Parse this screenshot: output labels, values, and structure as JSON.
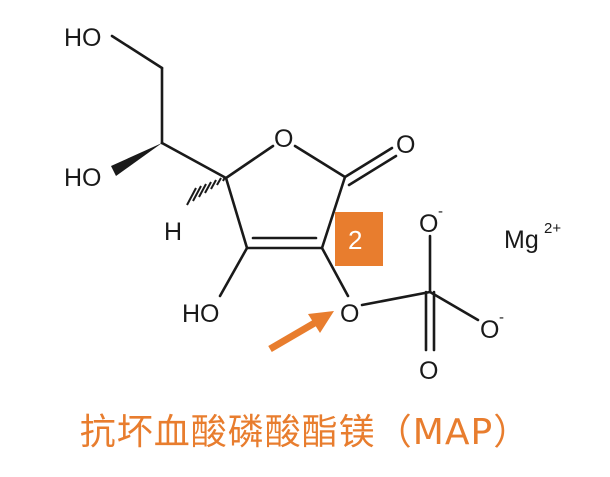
{
  "title": "抗坏血酸磷酸酯镁（MAP）",
  "colors": {
    "accent": "#E87D2E",
    "bond": "#1a1a1a",
    "background": "#ffffff"
  },
  "molecule": {
    "labels": {
      "ho_top": "HO",
      "ho_wedge": "HO",
      "h_hash": "H",
      "ring_o": "O",
      "carbonyl_o": "O",
      "ho_bottom": "HO",
      "ester_o": "O",
      "o_minus_top": "O",
      "o_minus_top_charge": "-",
      "o_minus_right": "O",
      "o_minus_right_charge": "-",
      "o_double": "O",
      "counter_ion": "Mg",
      "counter_ion_charge": "2+"
    },
    "highlight_badge": "2",
    "arrow": "arrow-pointing-to-ester-oxygen"
  }
}
